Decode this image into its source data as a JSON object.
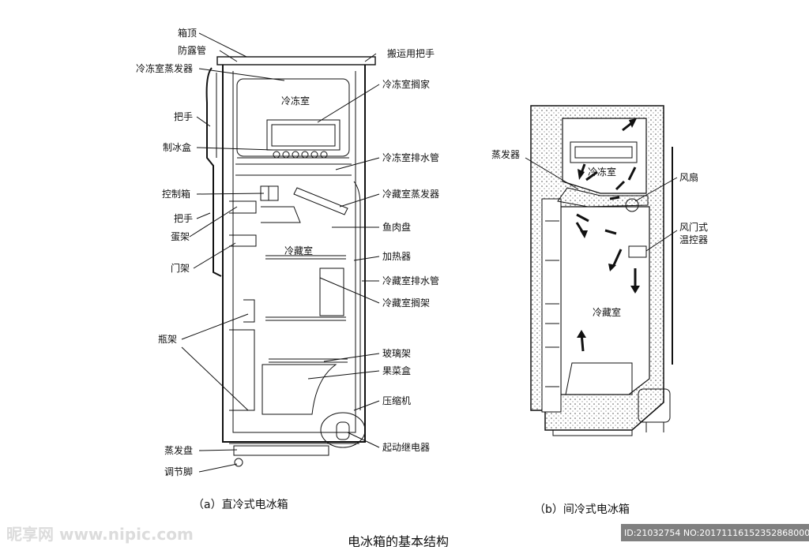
{
  "diagram_a": {
    "caption": "（a）直冷式电冰箱",
    "left_labels": {
      "top": "箱顶",
      "condensation_pipe": "防露管",
      "freezer_evaporator": "冷冻室蒸发器",
      "handle_upper": "把手",
      "ice_box": "制冰盒",
      "control_box": "控制箱",
      "handle_lower": "把手",
      "egg_rack": "蛋架",
      "door_rack": "门架",
      "bottle_rack": "瓶架",
      "evaporation_tray": "蒸发盘",
      "adjust_foot": "调节脚"
    },
    "right_labels": {
      "carry_handle": "搬运用把手",
      "freezer_shelf": "冷冻室搁家",
      "freezer_drain": "冷冻室排水管",
      "fridge_evaporator": "冷藏室蒸发器",
      "meat_tray": "鱼肉盘",
      "heater": "加热器",
      "fridge_drain": "冷藏室排水管",
      "fridge_shelf": "冷藏室搁架",
      "glass_shelf": "玻璃架",
      "vegetable_box": "果菜盒",
      "compressor": "压缩机",
      "starter_relay": "起动继电器"
    },
    "compartments": {
      "freezer": "冷冻室",
      "fridge": "冷藏室"
    }
  },
  "diagram_b": {
    "caption": "（b）间冷式电冰箱",
    "labels": {
      "evaporator": "蒸发器",
      "fan": "风扇",
      "damper_line1": "风门式",
      "damper_line2": "温控器"
    },
    "compartments": {
      "freezer": "冷冻室",
      "fridge": "冷藏室"
    }
  },
  "figure_title": "电冰箱的基本结构",
  "watermark": {
    "text": "昵享网 www.nipic.com",
    "id_text": "ID:21032754 NO:20171116152352868000"
  }
}
